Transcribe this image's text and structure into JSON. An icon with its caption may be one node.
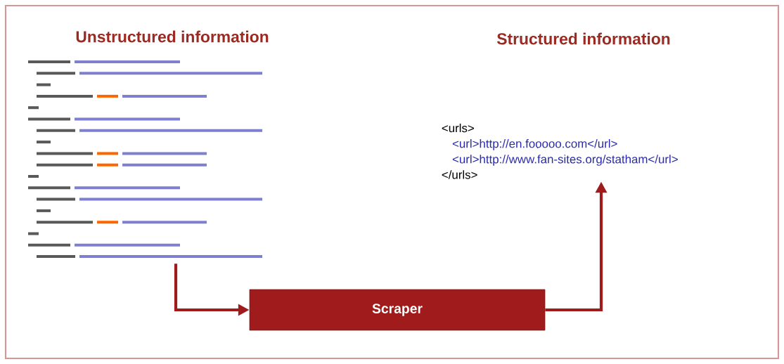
{
  "diagram": {
    "nodes": [
      {
        "text": [],
        "shape": "picture"
      },
      {
        "text": [
          "Scraper"
        ]
      },
      {
        "text": [
          "<urls>",
          "<url>http://en.fooooo.com</url>",
          "<url>http://www.fan-sites.org/statham</url>",
          "</urls>"
        ]
      }
    ],
    "edges": [
      {
        "from": 0,
        "to": 1,
        "arrow": "to"
      },
      {
        "from": 1,
        "to": 2,
        "arrow": "to"
      }
    ],
    "labels": [
      "Unstructured information",
      "Structured information"
    ]
  }
}
